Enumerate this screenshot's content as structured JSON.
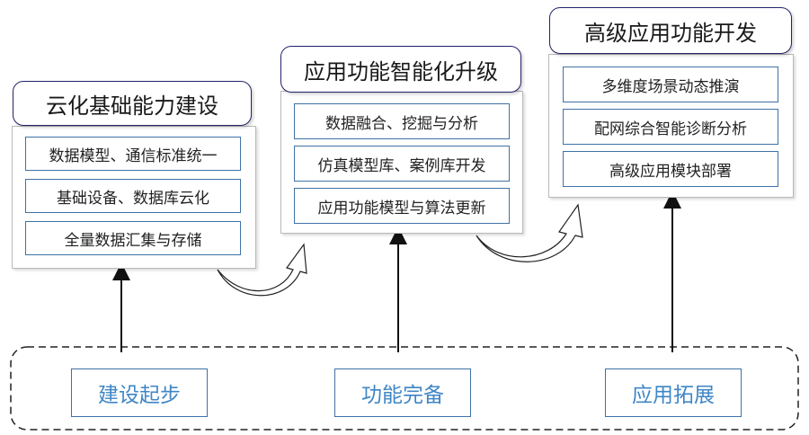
{
  "columns": [
    {
      "title": "云化基础能力建设",
      "items": [
        "数据模型、通信标准统一",
        "基础设备、数据库云化",
        "全量数据汇集与存储"
      ]
    },
    {
      "title": "应用功能智能化升级",
      "items": [
        "数据融合、挖掘与分析",
        "仿真模型库、案例库开发",
        "应用功能模型与算法更新"
      ]
    },
    {
      "title": "高级应用功能开发",
      "items": [
        "多维度场景动态推演",
        "配网综合智能诊断分析",
        "高级应用模块部署"
      ]
    }
  ],
  "stages": [
    "建设起步",
    "功能完备",
    "应用拓展"
  ],
  "colors": {
    "title_border": "#23236a",
    "item_border": "#3f72a6",
    "stage_text": "#3f86c6"
  }
}
